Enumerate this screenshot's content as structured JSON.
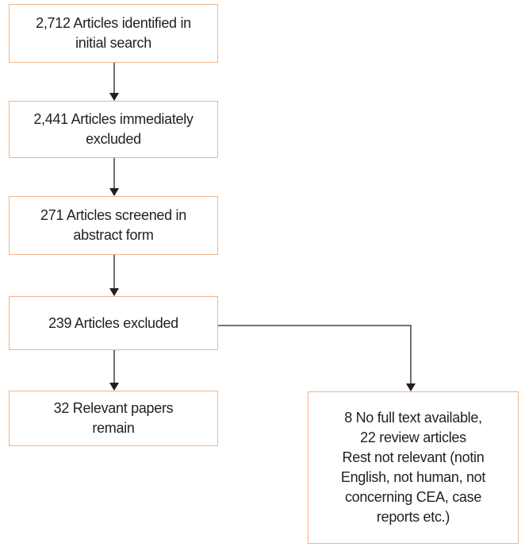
{
  "diagram": {
    "type": "flowchart",
    "colors": {
      "box_border": "#f0b48a",
      "text": "#231f20",
      "arrow": "#231f20"
    },
    "nodes": {
      "initial_search": "2,712 Articles identified in\ninitial search",
      "immediately_excluded": "2,441 Articles immediately\nexcluded",
      "screened_abstract": "271 Articles screened in\nabstract form",
      "articles_excluded": "239 Articles excluded",
      "relevant_papers": "32 Relevant papers\nremain",
      "exclusion_reasons": "8 No full text available,\n22 review articles\nRest not relevant (notin\nEnglish, not human, not\nconcerning CEA, case\nreports etc.)"
    },
    "edges": [
      {
        "from": "initial_search",
        "to": "immediately_excluded"
      },
      {
        "from": "immediately_excluded",
        "to": "screened_abstract"
      },
      {
        "from": "screened_abstract",
        "to": "articles_excluded"
      },
      {
        "from": "articles_excluded",
        "to": "relevant_papers"
      },
      {
        "from": "articles_excluded",
        "to": "exclusion_reasons"
      }
    ]
  }
}
